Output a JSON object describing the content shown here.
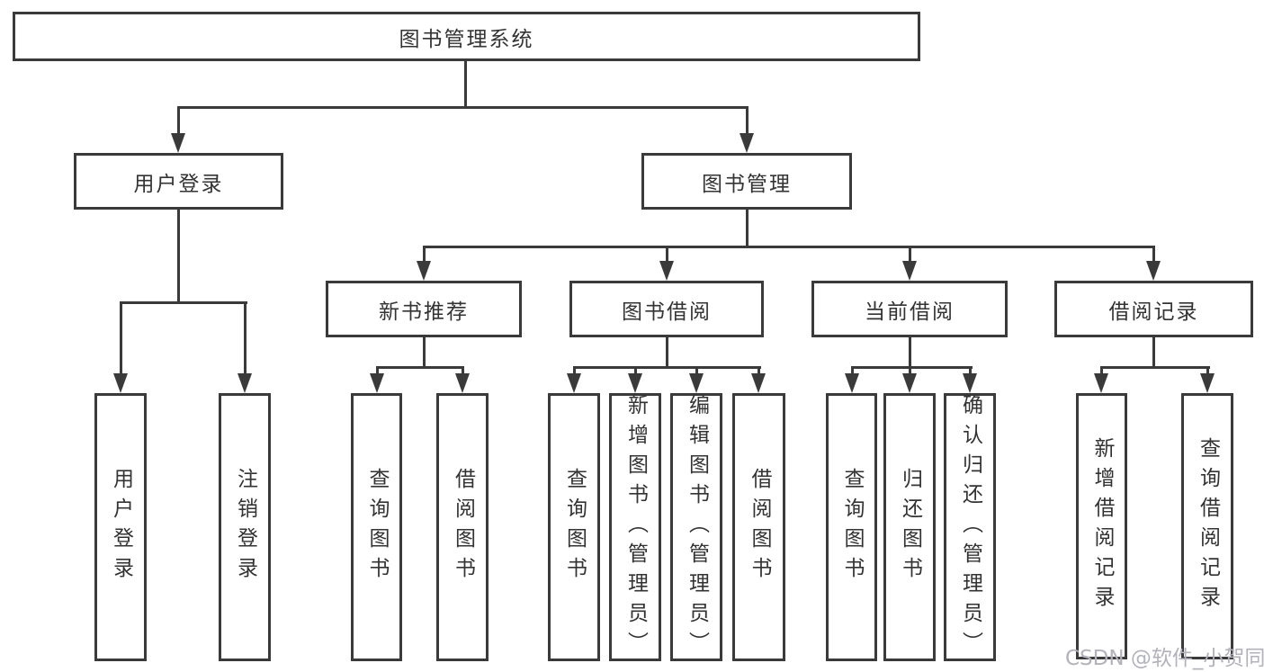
{
  "colors": {
    "line": "#3a3a3a",
    "text": "#333333",
    "background": "#ffffff",
    "watermark": "#b2b2bc"
  },
  "watermark": "CSDN @软件_小贺同学",
  "nodes": {
    "root": "图书管理系统",
    "l2": [
      "用户登录",
      "图书管理"
    ],
    "l3": [
      "新书推荐",
      "图书借阅",
      "当前借阅",
      "借阅记录"
    ],
    "leaves_user_login": [
      "用户登录",
      "注销登录"
    ],
    "leaves_new_books": [
      "查询图书",
      "借阅图书"
    ],
    "leaves_book_borrow": [
      "查询图书",
      "新增图书（管理员）",
      "编辑图书（管理员）",
      "借阅图书"
    ],
    "leaves_current_borrow": [
      "查询图书",
      "归还图书",
      "确认归还（管理员）"
    ],
    "leaves_borrow_records": [
      "新增借阅记录",
      "查询借阅记录"
    ]
  }
}
